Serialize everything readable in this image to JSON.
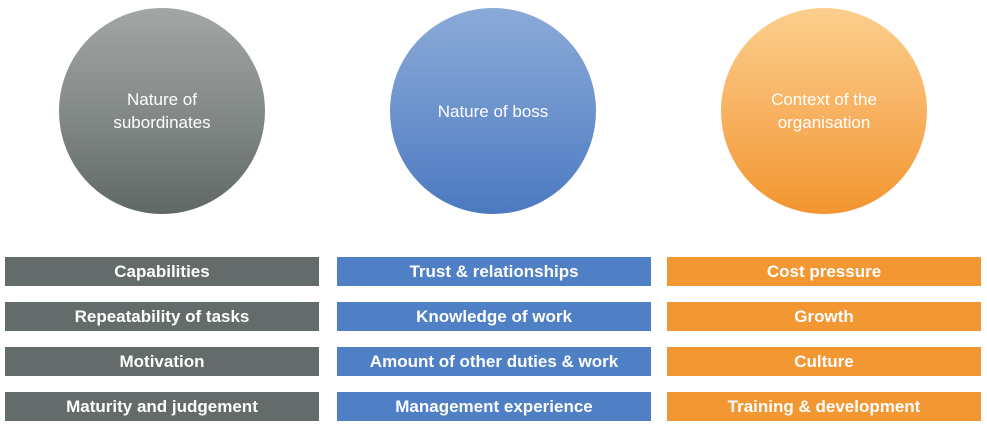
{
  "circles": [
    {
      "lines": [
        "Nature of",
        "subordinates"
      ],
      "color": "#7d8482"
    },
    {
      "lines": [
        "Nature of boss"
      ],
      "color": "#6690cc"
    },
    {
      "lines": [
        "Context of the",
        "organisation"
      ],
      "color": "#f6b059"
    }
  ],
  "columns": [
    {
      "color": "#636c6a",
      "items": [
        "Capabilities",
        "Repeatability of tasks",
        "Motivation",
        "Maturity and judgement"
      ]
    },
    {
      "color": "#4f7fc4",
      "items": [
        "Trust & relationships",
        "Knowledge of work",
        "Amount of other duties & work",
        "Management experience"
      ]
    },
    {
      "color": "#f39733",
      "items": [
        "Cost pressure",
        "Growth",
        "Culture",
        "Training & development"
      ]
    }
  ]
}
